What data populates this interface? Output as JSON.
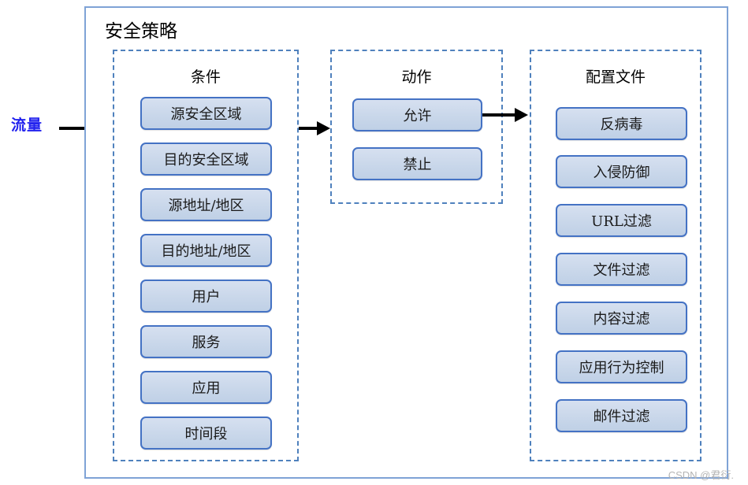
{
  "diagram": {
    "title": "安全策略",
    "traffic_label": "流量",
    "watermark": "CSDN @君衍."
  },
  "colors": {
    "container_border": "#7fa3d6",
    "group_border": "#4f81bd",
    "item_border": "#4472c4",
    "item_fill": "#c9d7ea",
    "traffic_text": "#2222ee",
    "arrow": "#000000",
    "watermark_text": "#b4b4b4"
  },
  "columns": [
    {
      "key": "conditions",
      "title": "条件",
      "items": [
        "源安全区域",
        "目的安全区域",
        "源地址/地区",
        "目的地址/地区",
        "用户",
        "服务",
        "应用",
        "时间段"
      ]
    },
    {
      "key": "actions",
      "title": "动作",
      "items": [
        "允许",
        "禁止"
      ]
    },
    {
      "key": "profiles",
      "title": "配置文件",
      "items": [
        "反病毒",
        "入侵防御",
        "URL过滤",
        "文件过滤",
        "内容过滤",
        "应用行为控制",
        "邮件过滤"
      ]
    }
  ],
  "arrows": [
    {
      "name": "traffic-to-conditions"
    },
    {
      "name": "conditions-to-actions"
    },
    {
      "name": "actions-to-profiles"
    }
  ]
}
